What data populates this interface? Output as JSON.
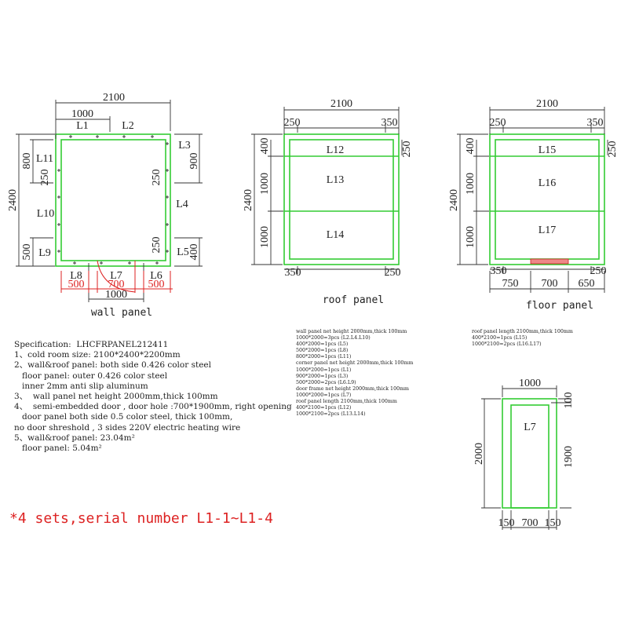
{
  "wall_panel": {
    "title": "wall panel",
    "dims": {
      "total_width": "2100",
      "top_l1": "1000",
      "total_depth": "2400",
      "l11": "800",
      "l11_corner": "250",
      "l9": "500",
      "l3": "900",
      "l4_top_corner": "250",
      "l4_bottom_corner": "250",
      "l5": "400",
      "l8": "500",
      "l7": "700",
      "l6": "500",
      "door": "1000"
    },
    "labels": {
      "l1": "L1",
      "l2": "L2",
      "l3": "L3",
      "l4": "L4",
      "l5": "L5",
      "l6": "L6",
      "l7": "L7",
      "l8": "L8",
      "l9": "L9",
      "l10": "L10",
      "l11": "L11"
    }
  },
  "roof_panel": {
    "title": "roof panel",
    "dims": {
      "width": "2100",
      "left": "250",
      "right": "350",
      "depth": "2400",
      "d1": "400",
      "d2": "1000",
      "d3": "1000",
      "right_side": "250",
      "bottom_left": "350",
      "bottom_right": "250"
    },
    "labels": {
      "l12": "L12",
      "l13": "L13",
      "l14": "L14"
    }
  },
  "floor_panel": {
    "title": "floor panel",
    "dims": {
      "width": "2100",
      "left": "250",
      "right": "350",
      "depth": "2400",
      "d1": "400",
      "d2": "1000",
      "d3": "1000",
      "right_side": "250",
      "bottom_left": "350",
      "bottom_right": "250",
      "b1": "750",
      "b2": "700",
      "b3": "650"
    },
    "labels": {
      "l15": "L15",
      "l16": "L16",
      "l17": "L17"
    }
  },
  "door_panel": {
    "label": "L7",
    "dims": {
      "width": "1000",
      "height": "2000",
      "top": "100",
      "inner_height": "1900",
      "left": "150",
      "middle": "700",
      "right": "150"
    }
  },
  "specification": [
    "Specification:  LHCFRPANEL212411",
    "1、cold room size: 2100*2400*2200mm",
    "2、wall&roof panel: both side 0.426 color steel",
    "   floor panel: outer 0.426 color steel",
    "   inner 2mm anti slip aluminum",
    "3、  wall panel net height 2000mm,thick 100mm",
    "4、  semi-embedded door , door hole :700*1900mm, right opening",
    "   door panel both side 0.5 color steel, thick 100mm,",
    "no door shreshold , 3 sides 220V electric heating wire",
    "5、wall&roof panel: 23.04m²",
    "   floor panel: 5.04m²"
  ],
  "panel_notes": [
    "wall panel net height 2000mm,thick 100mm",
    "1000*2000=3pcs (L2.L4.L10)",
    "400*2000=1pcs (L5)",
    "500*2000=1pcs (L8)",
    "800*2000=1pcs (L11)",
    "corner panel net height 2000mm,thick 100mm",
    "1000*2000=1pcs (L1)",
    "900*2000=1pcs (L3)",
    "500*2000=2pcs (L6.L9)",
    "door frame net height 2000mm,thick 100mm",
    "1000*2000=1pcs (L7)",
    "roof panel length 2100mm,thick 100mm",
    "400*2100=1pcs (L12)",
    "1000*2100=2pcs (L13.L14)"
  ],
  "floor_notes": [
    "roof panel length 2100mm,thick 100mm",
    "400*2100=1pcs (L15)",
    "1000*2100=2pcs (L16.L17)"
  ],
  "serial": "*4 sets,serial number L1-1~L1-4",
  "colors": {
    "panel": "#33cc33",
    "door": "#dd2222",
    "line": "#333333"
  }
}
